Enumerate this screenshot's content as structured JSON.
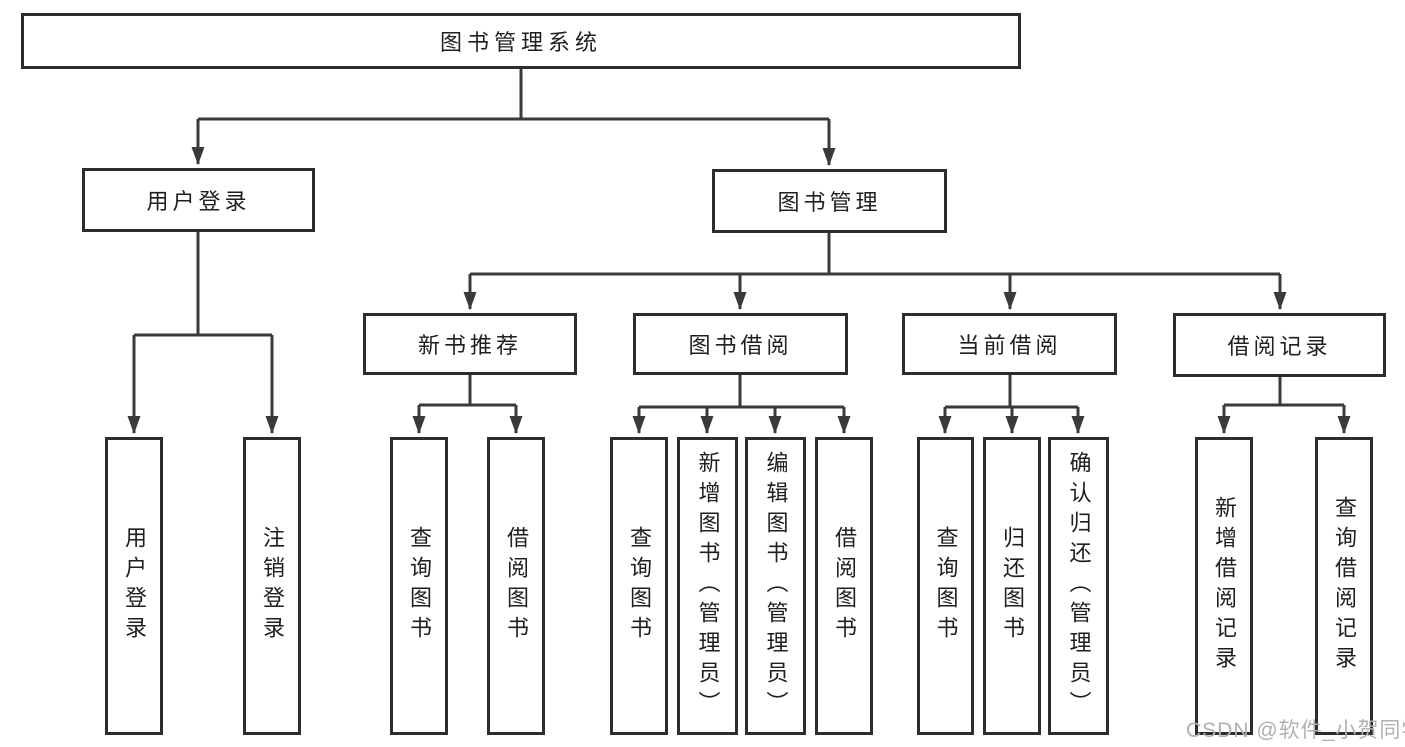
{
  "tree": {
    "label": "图书管理系统",
    "children": [
      {
        "label": "用户登录",
        "children": [
          {
            "label": "用户登录"
          },
          {
            "label": "注销登录"
          }
        ]
      },
      {
        "label": "图书管理",
        "children": [
          {
            "label": "新书推荐",
            "children": [
              {
                "label": "查询图书"
              },
              {
                "label": "借阅图书"
              }
            ]
          },
          {
            "label": "图书借阅",
            "children": [
              {
                "label": "查询图书"
              },
              {
                "label": "新增图书（管理员）"
              },
              {
                "label": "编辑图书（管理员）"
              },
              {
                "label": "借阅图书"
              }
            ]
          },
          {
            "label": "当前借阅",
            "children": [
              {
                "label": "查询图书"
              },
              {
                "label": "归还图书"
              },
              {
                "label": "确认归还（管理员）"
              }
            ]
          },
          {
            "label": "借阅记录",
            "children": [
              {
                "label": "新增借阅记录"
              },
              {
                "label": "查询借阅记录"
              }
            ]
          }
        ]
      }
    ]
  },
  "watermark": {
    "text": "CSDN @软件_小贺同学"
  },
  "colors": {
    "box_border": "#2d2d2d",
    "connector_line": "#3a3a3a",
    "text": "#1f1f1f",
    "watermark_text": "#b1b1b1",
    "background": "#ffffff"
  }
}
